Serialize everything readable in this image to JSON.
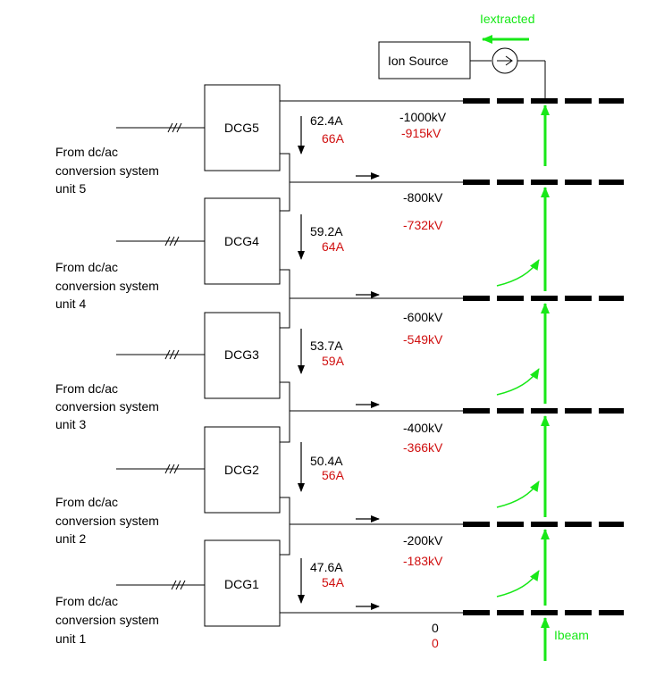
{
  "labels": {
    "extracted": "Iextracted",
    "ion_source": "Ion Source",
    "beam": "Ibeam"
  },
  "units": [
    {
      "name": "DCG5",
      "source": [
        "From dc/ac",
        "conversion system",
        "unit 5"
      ],
      "current_nominal": "62.4A",
      "current_actual": "66A",
      "voltage_nominal": "-1000kV",
      "voltage_actual": "-915kV"
    },
    {
      "name": "DCG4",
      "source": [
        "From dc/ac",
        "conversion system",
        "unit 4"
      ],
      "current_nominal": "59.2A",
      "current_actual": "64A",
      "voltage_nominal": "-800kV",
      "voltage_actual": "-732kV"
    },
    {
      "name": "DCG3",
      "source": [
        "From dc/ac",
        "conversion system",
        "unit 3"
      ],
      "current_nominal": "53.7A",
      "current_actual": "59A",
      "voltage_nominal": "-600kV",
      "voltage_actual": "-549kV"
    },
    {
      "name": "DCG2",
      "source": [
        "From dc/ac",
        "conversion system",
        "unit 2"
      ],
      "current_nominal": "50.4A",
      "current_actual": "56A",
      "voltage_nominal": "-400kV",
      "voltage_actual": "-366kV"
    },
    {
      "name": "DCG1",
      "source": [
        "From dc/ac",
        "conversion system",
        "unit 1"
      ],
      "current_nominal": "47.6A",
      "current_actual": "54A",
      "voltage_nominal": "-200kV",
      "voltage_actual": "-183kV"
    }
  ],
  "ground": {
    "voltage_nominal": "0",
    "voltage_actual": "0"
  },
  "colors": {
    "nominal": "#000000",
    "actual": "#d01010",
    "beam": "#18e818"
  }
}
